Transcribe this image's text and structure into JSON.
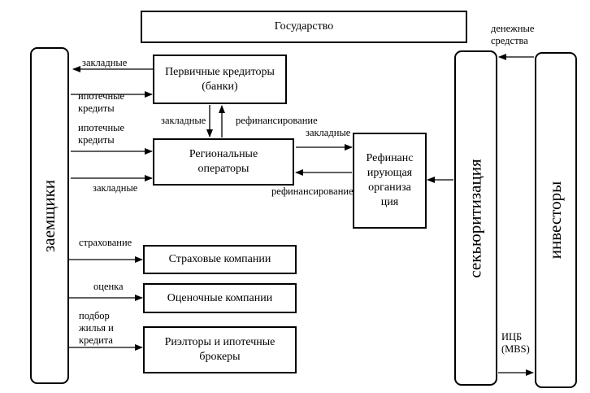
{
  "nodes": {
    "state": "Государство",
    "borrowers": "заемщики",
    "primary_lenders": "Первичные кредиторы (банки)",
    "regional_operators": "Региональные операторы",
    "refinancing_org": "Рефинанс ирующая организа ция",
    "insurance": "Страховые компании",
    "appraisal": "Оценочные компании",
    "realtors": "Риэлторы и ипотечные брокеры",
    "securitization": "секьюритизация",
    "investors": "инвесторы"
  },
  "labels": {
    "mortgage_notes_1": "закладные",
    "mortgage_loans_1": "ипотечные кредиты",
    "mortgage_loans_2": "ипотечные кредиты",
    "mortgage_notes_2": "закладные",
    "mortgage_notes_3": "закладные",
    "refinancing_1": "рефинансирование",
    "mortgage_notes_4": "закладные",
    "refinancing_2": "рефинансирование",
    "insurance_flow": "страхование",
    "appraisal_flow": "оценка",
    "housing_credit_flow": "подбор жилья и кредита",
    "money_flow": "денежные средства",
    "mbs_flow": "ИЦБ (MBS)"
  }
}
